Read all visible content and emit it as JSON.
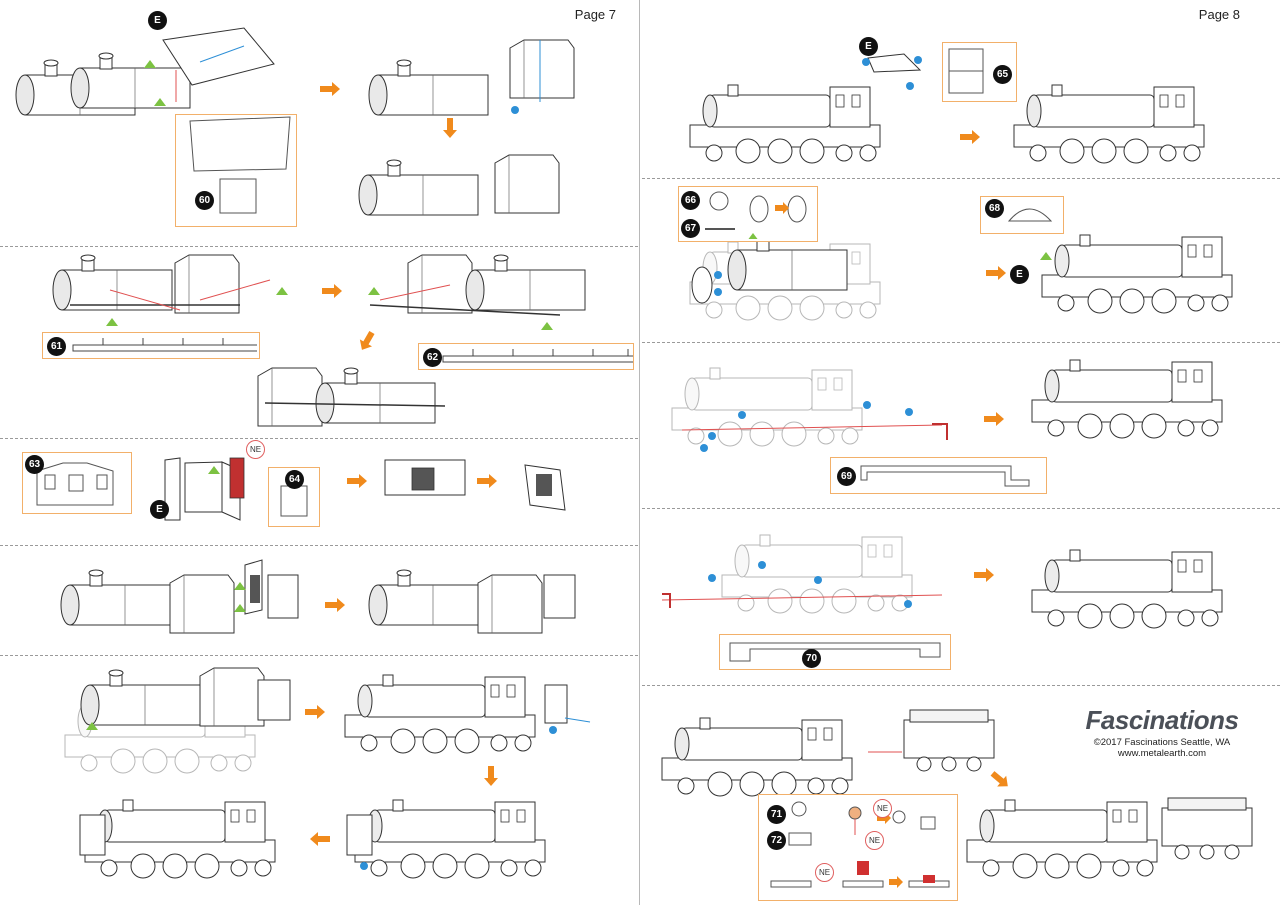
{
  "pages": [
    {
      "label": "Page 7"
    },
    {
      "label": "Page 8"
    }
  ],
  "markers": {
    "e": "E",
    "ne": "NE"
  },
  "parts": {
    "p60": "60",
    "p61": "61",
    "p62": "62",
    "p63": "63",
    "p64": "64",
    "p65": "65",
    "p66": "66",
    "p67": "67",
    "p68": "68",
    "p69": "69",
    "p70": "70",
    "p71": "71",
    "p72": "72"
  },
  "brand": {
    "name": "Fascinations",
    "copyright": "©2017 Fascinations Seattle, WA",
    "url": "www.metalearth.com"
  },
  "colors": {
    "step_arrow": "#f08a1c",
    "callout_border": "#f2b06a",
    "guide_line": "#e05050",
    "guide_blue": "#2d8fd6",
    "align_marker": "#7cc242"
  },
  "icons": [
    "step-arrow-icon",
    "bolt-icon",
    "alignment-marker-icon"
  ]
}
